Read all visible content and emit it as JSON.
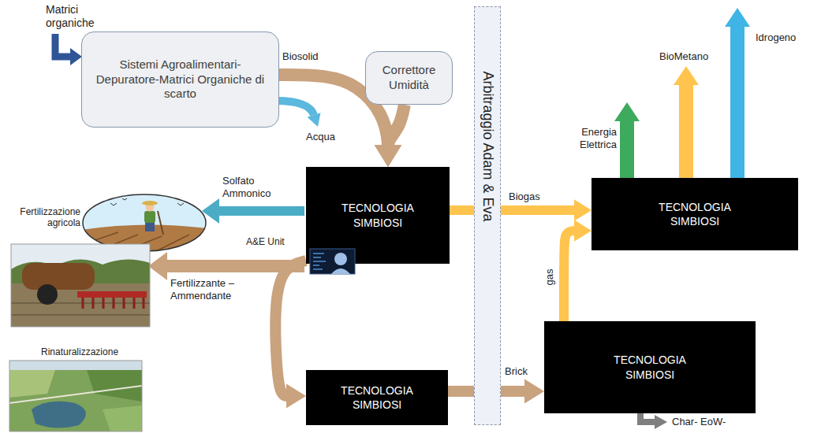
{
  "diagram": {
    "nodes": [
      {
        "text": [
          "Sistemi Agroalimentari- Depuratore-Matrici Organiche di scarto"
        ]
      },
      {
        "text": [
          "Correttore Umidità"
        ]
      },
      {
        "text": [
          "Arbitraggio Adam & Eva"
        ]
      },
      {
        "text": [
          "TECNOLOGIA SIMBIOSI"
        ]
      },
      {
        "text": [
          "TECNOLOGIA SIMBIOSI"
        ]
      },
      {
        "text": [
          "TECNOLOGIA SIMBIOSI"
        ]
      },
      {
        "text": [
          "TECNOLOGIA SIMBIOSI"
        ]
      }
    ],
    "edges": [
      {
        "from": 0,
        "to": 3,
        "label": "Biosolid",
        "arrow": "to"
      },
      {
        "from": 1,
        "to": 3,
        "arrow": "to"
      },
      {
        "from": 3,
        "to": 4,
        "label": "Biogas",
        "arrow": "to"
      },
      {
        "from": 3,
        "to": 5,
        "arrow": "to"
      },
      {
        "from": 5,
        "to": 6,
        "label": "Brick",
        "arrow": "to"
      },
      {
        "from": 6,
        "to": 4,
        "label": "gas",
        "arrow": "to"
      }
    ],
    "labels": [
      "Matrici organiche",
      "Acqua",
      "Solfato Ammonico",
      "Fertilizzazione agricola",
      "A&E Unit",
      "Fertilizzante – Ammendante",
      "Rinaturalizzazione",
      "Energia Elettrica",
      "BioMetano",
      "Idrogeno",
      "Char- EoW-"
    ]
  }
}
